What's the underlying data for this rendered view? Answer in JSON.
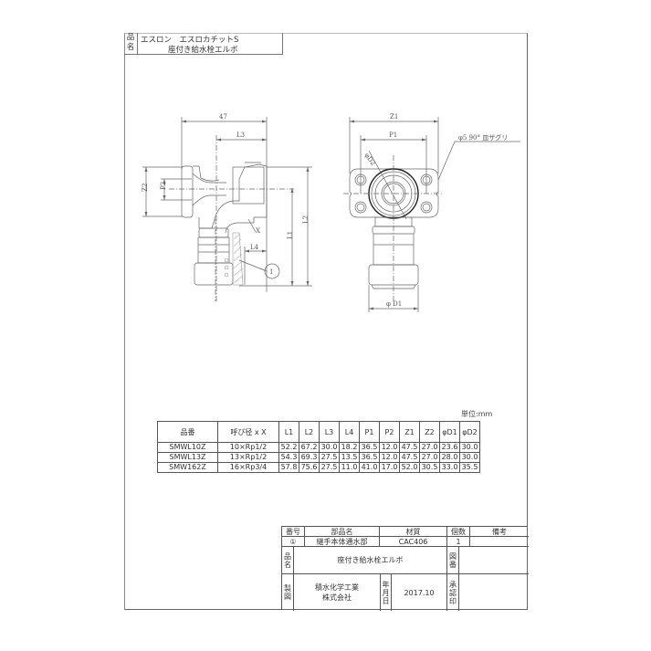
{
  "header": {
    "label": "品名",
    "label_chars": [
      "品",
      "名"
    ],
    "line1": "エスロン　エスロカチットS",
    "line2": "座付き給水栓エルボ"
  },
  "drawing": {
    "side_view": {
      "dim_overall": "47",
      "dim_L3": "L3",
      "dim_Z2": "Z2",
      "dim_P2": "P2",
      "dim_X": "X",
      "dim_L4": "L4",
      "dim_L1": "L1",
      "dim_L2": "L2",
      "balloon": "1"
    },
    "front_view": {
      "dim_Z1": "Z1",
      "dim_P1": "P1",
      "dim_D2": "φD2",
      "dim_D1": "φ D1",
      "hole_note": "φ5 90° 皿ザグリ"
    }
  },
  "spec_table": {
    "unit": "単位:mm",
    "headers": [
      "品番",
      "呼び径 x X",
      "L1",
      "L2",
      "L3",
      "L4",
      "P1",
      "P2",
      "Z1",
      "Z2",
      "φD1",
      "φD2"
    ],
    "rows": [
      [
        "SMWL10Z",
        "10×Rp1/2",
        "52.2",
        "67.2",
        "30.0",
        "18.2",
        "36.5",
        "12.0",
        "47.5",
        "27.0",
        "23.6",
        "30.0"
      ],
      [
        "SMWL13Z",
        "13×Rp1/2",
        "54.3",
        "69.3",
        "27.5",
        "13.5",
        "36.5",
        "12.0",
        "47.5",
        "27.0",
        "28.0",
        "30.0"
      ],
      [
        "SMW162Z",
        "16×Rp3/4",
        "57.8",
        "75.6",
        "27.5",
        "11.0",
        "41.0",
        "17.0",
        "52.0",
        "30.5",
        "33.0",
        "35.5"
      ]
    ]
  },
  "title_block": {
    "parts_headers": {
      "no": "番号",
      "part_name": "部品名",
      "material": "材質",
      "qty": "個数",
      "remarks": "備考"
    },
    "parts_row": {
      "no": "①",
      "part_name": "継手本体通水部",
      "material": "CAC406",
      "qty": "1",
      "remarks": ""
    },
    "name_label": "品名",
    "name_value": "座付き給水栓エルボ",
    "drawing_no_label": "図番",
    "drawing_no_value": "",
    "maker_label": "製図",
    "maker_line1": "積水化学工業",
    "maker_line2": "株式会社",
    "date_label": "年月日",
    "date_value": "2017.10",
    "approval_label": "承認印",
    "approval_value": ""
  }
}
